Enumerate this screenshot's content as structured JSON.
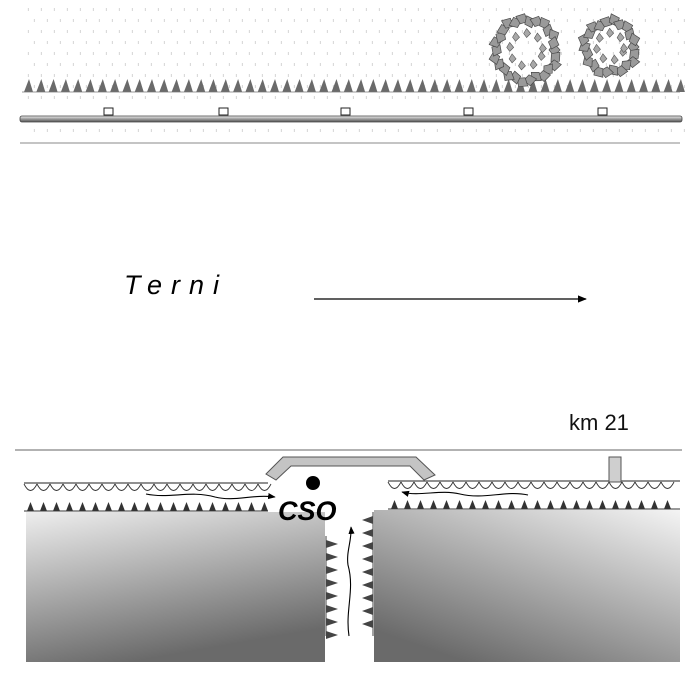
{
  "labels": {
    "direction": "Terni",
    "kilometer": "km 21",
    "station": "CSO"
  },
  "colors": {
    "ground_dark": "#6e6e6e",
    "ground_light": "#e9e9e9",
    "bush_fill": "#9a9a9a",
    "culvert_cover": "#c4c4c4",
    "rail": "#8c8c8c",
    "lines": "#000000"
  },
  "icons": [
    "bush-icon",
    "fence-post-icon",
    "water-flow-arrow-icon",
    "direction-arrow-icon"
  ]
}
